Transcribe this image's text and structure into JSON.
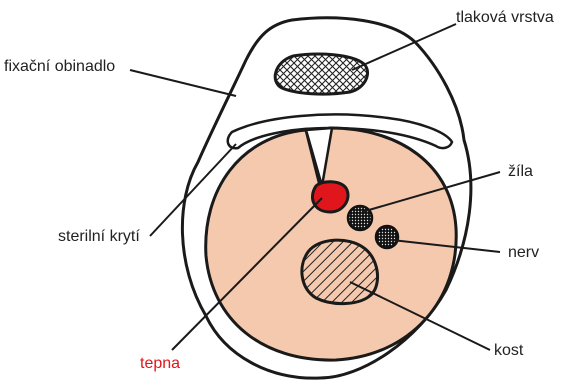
{
  "labels": {
    "pressure_layer": "tlaková vrstva",
    "fixation_bandage": "fixační obinadlo",
    "vein": "žíla",
    "sterile_cover": "sterilní krytí",
    "nerve": "nerv",
    "artery": "tepna",
    "bone": "kost"
  },
  "colors": {
    "limb": "#f4c9ae",
    "artery": "#e0161c",
    "outline": "#1a1a1a",
    "artery_label": "#e0161c",
    "label": "#222222"
  }
}
